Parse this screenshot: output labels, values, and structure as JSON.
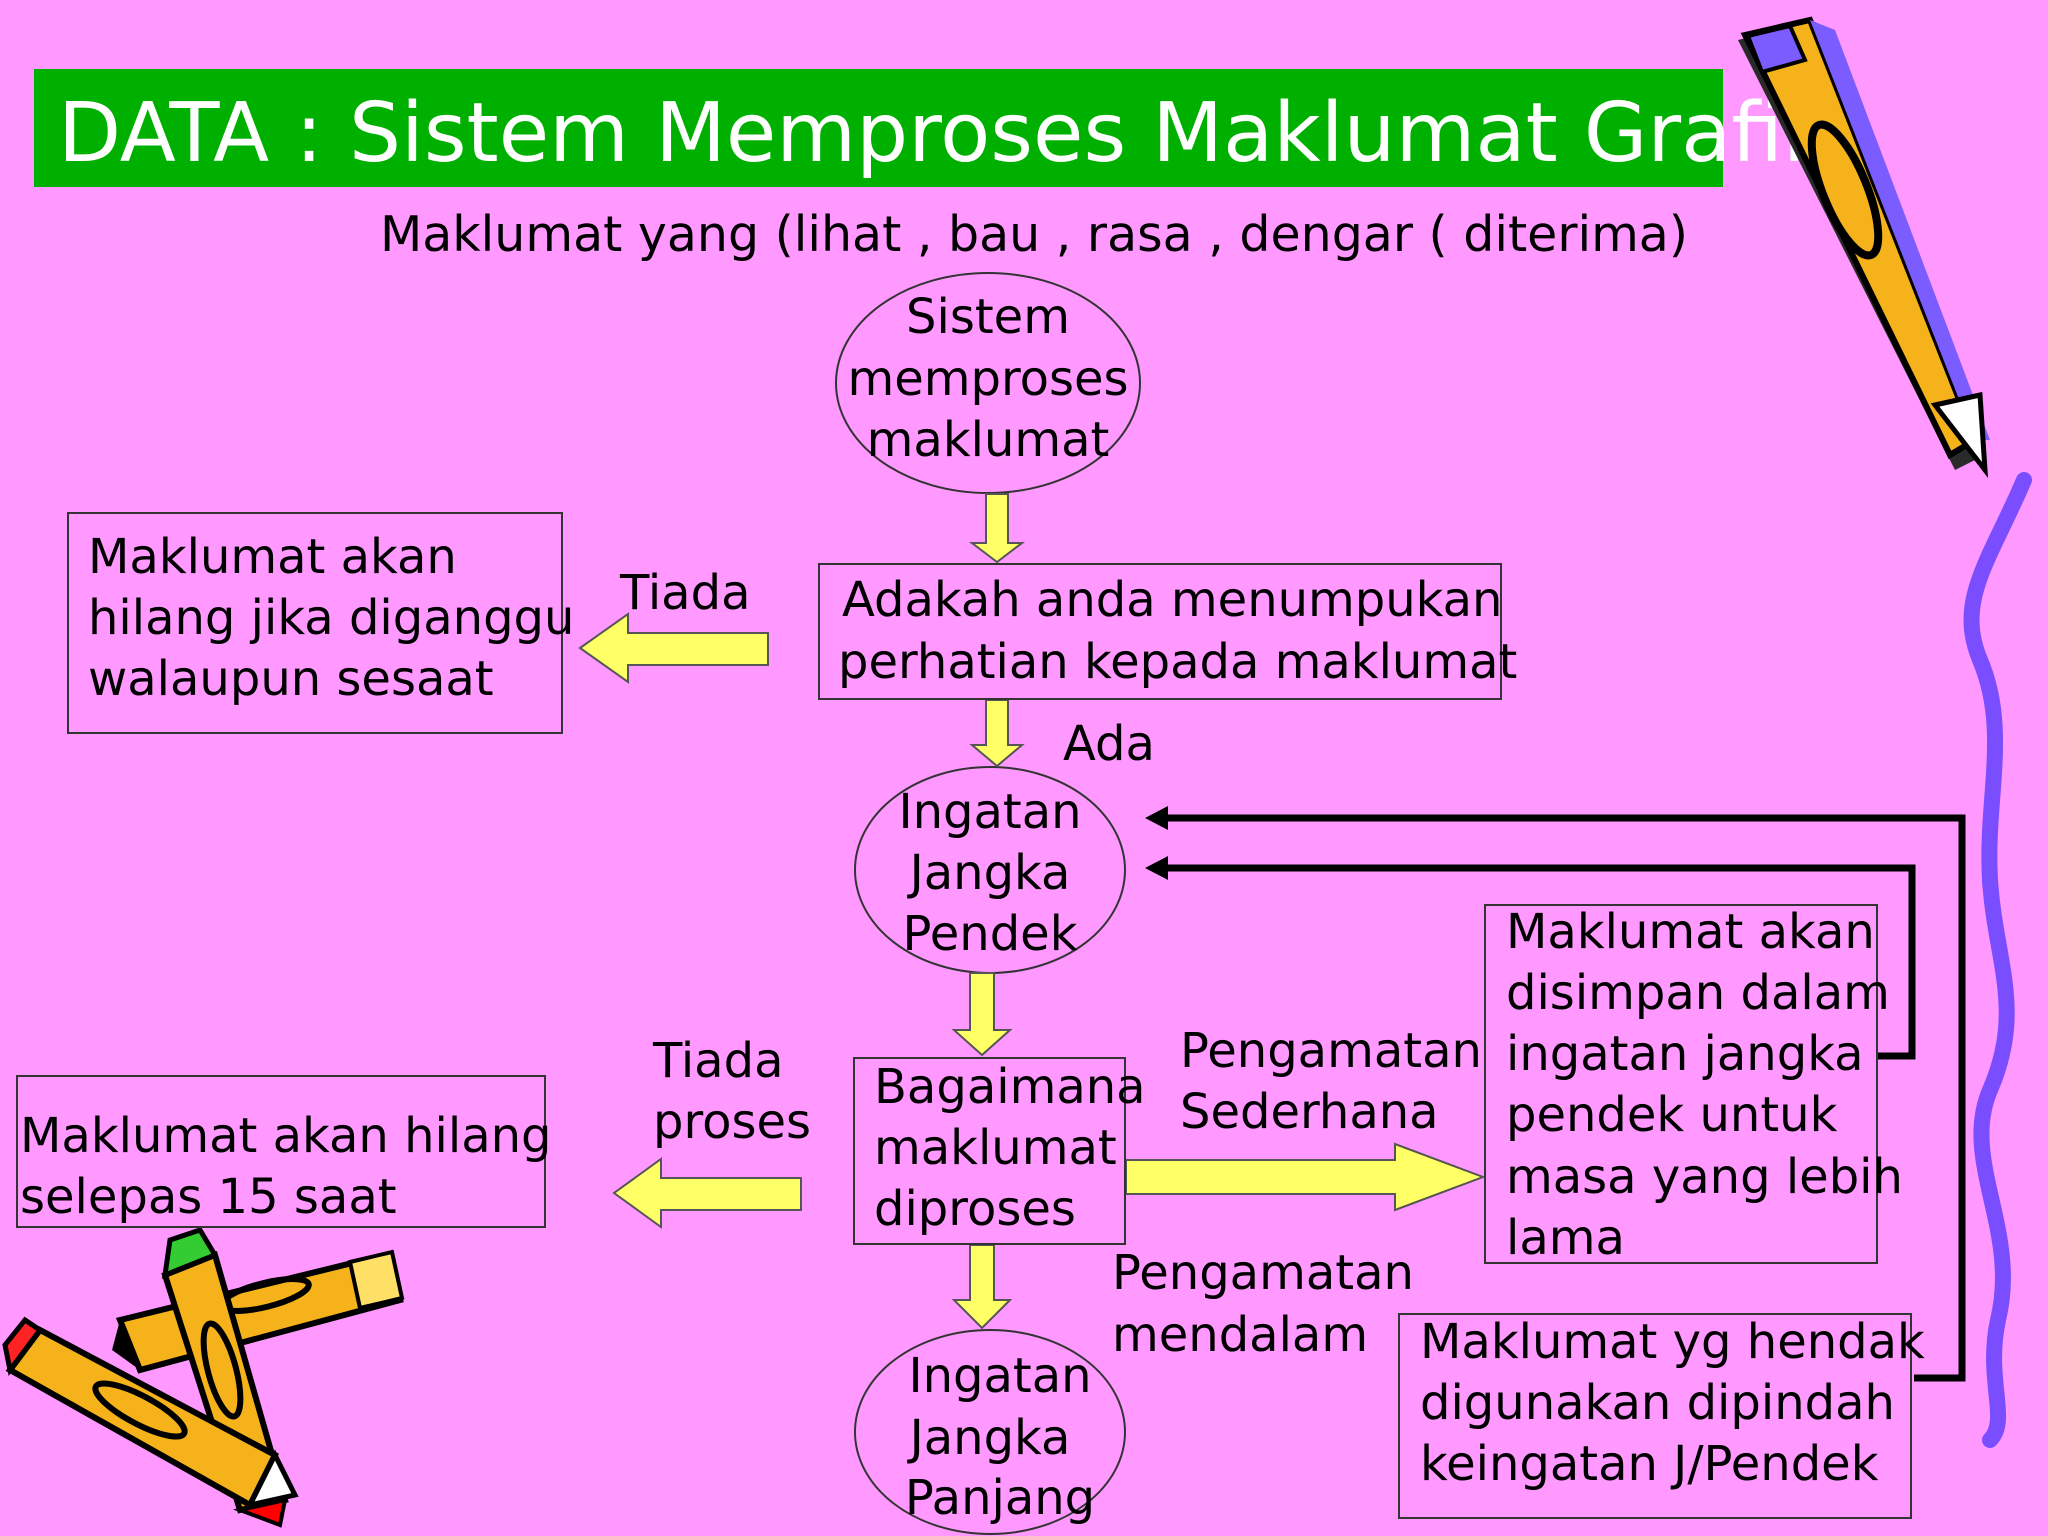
{
  "title": "DATA : Sistem Memproses Maklumat Grafik",
  "subtitle": "Maklumat yang (lihat , bau , rasa , dengar ( diterima)",
  "nodes": {
    "sistem": [
      "Sistem",
      "memproses",
      "maklumat"
    ],
    "attention": [
      "Adakah anda menumpukan",
      "perhatian kepada maklumat"
    ],
    "lost_disturbed": [
      "Maklumat akan",
      "hilang jika diganggu",
      "walaupun sesaat"
    ],
    "short_term": [
      "Ingatan",
      "Jangka",
      "Pendek"
    ],
    "how_processed": [
      "Bagaimana",
      "maklumat",
      "diproses"
    ],
    "lost_15s": [
      "Maklumat akan hilang",
      "selepas 15 saat"
    ],
    "stored_longer": [
      "Maklumat akan",
      "disimpan dalam",
      "ingatan jangka",
      "pendek untuk",
      "masa yang lebih",
      "lama"
    ],
    "long_term": [
      "Ingatan",
      "Jangka",
      "Panjang"
    ],
    "moved_back": [
      "Maklumat yg hendak",
      "digunakan dipindah",
      "keingatan J/Pendek"
    ]
  },
  "edge_labels": {
    "tiada_1": "Tiada",
    "ada": "Ada",
    "tiada_proses": [
      "Tiada",
      "proses"
    ],
    "pengamatan_sederhana": [
      "Pengamatan",
      "Sederhana"
    ],
    "pengamatan_mendalam": [
      "Pengamatan",
      "mendalam"
    ]
  },
  "colors": {
    "background": "#FF99FF",
    "title_bar": "#00B000",
    "title_text": "#FFFFFF",
    "arrow_fill": "#FFFF66",
    "pencil_body": "#F5B21A",
    "pencil_edge": "#7B5CFF",
    "squiggle": "#7A4DFF"
  },
  "icons": [
    "pencil-icon",
    "pencils-cluster-icon",
    "squiggle-decoration"
  ]
}
